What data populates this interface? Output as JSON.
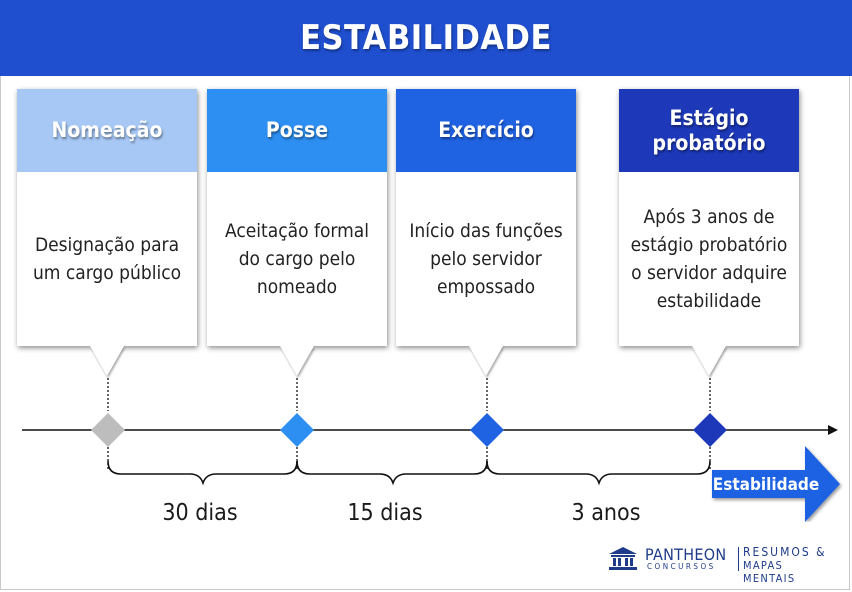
{
  "title": "ESTABILIDADE",
  "stages": [
    {
      "title": "Nomeação",
      "text": "Designação para um cargo público",
      "color": "#a7c8f5"
    },
    {
      "title": "Posse",
      "text": "Aceitação formal do cargo pelo nomeado",
      "color": "#2d8ff2"
    },
    {
      "title": "Exercício",
      "text": "Início das funções pelo servidor empossado",
      "color": "#1f62e2"
    },
    {
      "title": "Estágio probatório",
      "text": "Após 3 anos de estágio probatório o servidor adquire estabilidade",
      "color": "#1d39b9"
    }
  ],
  "markers": [
    {
      "color": "#bdbdbd"
    },
    {
      "color": "#2d8ff2"
    },
    {
      "color": "#1f62e2"
    },
    {
      "color": "#1d39b9"
    }
  ],
  "intervals": [
    "30 dias",
    "15 dias",
    "3 anos"
  ],
  "end_label": "Estabilidade",
  "end_color": "#1f62e2",
  "logo": {
    "brand": "PANTHEON",
    "brand_sub": "CONCURSOS",
    "tag_line1": "RESUMOS &",
    "tag_line2": "MAPAS MENTAIS"
  }
}
